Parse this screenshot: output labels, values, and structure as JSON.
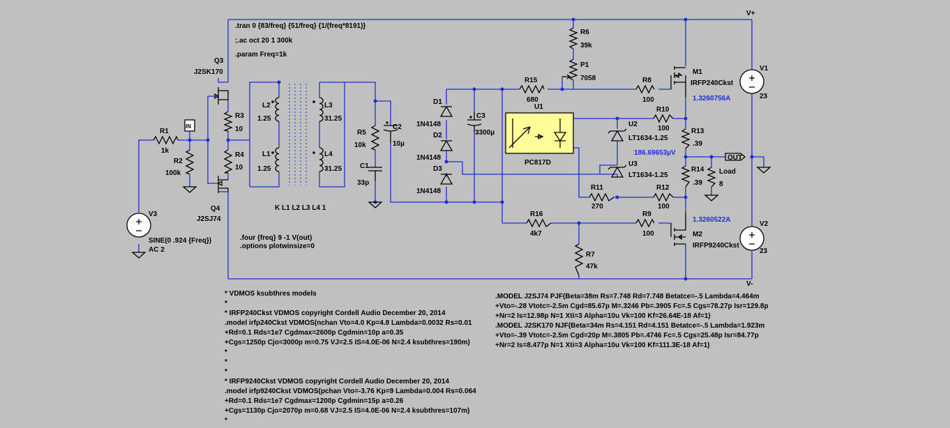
{
  "directives": {
    "tran": ".tran 0 {83/freq} {51/freq} {1/(freq*8191)}",
    "ac": ";.ac oct 20 1 300k",
    "param": ".param Freq=1k",
    "four": ".four {freq} 9 -1 V(out)",
    "options": ".options plotwinsize=0"
  },
  "nets": {
    "vplus": "V+",
    "vminus": "V-",
    "out": "OUT",
    "in": "IN"
  },
  "components": {
    "Q3": {
      "ref": "Q3",
      "model": "J2SK170"
    },
    "Q4": {
      "ref": "Q4",
      "model": "J2SJ74"
    },
    "R1": {
      "ref": "R1",
      "value": "1k"
    },
    "R2": {
      "ref": "R2",
      "value": "100k"
    },
    "R3": {
      "ref": "R3",
      "value": "10"
    },
    "R4": {
      "ref": "R4",
      "value": "10"
    },
    "V3": {
      "ref": "V3",
      "value": "SINE(0 .924 {Freq})",
      "ac": "AC 2"
    },
    "L1": {
      "ref": "L1",
      "value": "1.25"
    },
    "L2": {
      "ref": "L2",
      "value": "1.25"
    },
    "L3": {
      "ref": "L3",
      "value": "31.25"
    },
    "L4": {
      "ref": "L4",
      "value": "31.25"
    },
    "K": "K L1 L2 L3 L4 1",
    "R5": {
      "ref": "R5",
      "value": "10k"
    },
    "C1": {
      "ref": "C1",
      "value": "33p"
    },
    "C2": {
      "ref": "C2",
      "value": "10µ"
    },
    "D1": {
      "ref": "D1",
      "value": "1N4148"
    },
    "D2": {
      "ref": "D2",
      "value": "1N4148"
    },
    "D3": {
      "ref": "D3",
      "value": "1N4148"
    },
    "C3": {
      "ref": "C3",
      "value": "3300µ"
    },
    "U1": {
      "ref": "U1",
      "model": "PC817D"
    },
    "R15": {
      "ref": "R15",
      "value": "680"
    },
    "R6": {
      "ref": "R6",
      "value": "39k"
    },
    "P1": {
      "ref": "P1",
      "value": "7058"
    },
    "R8": {
      "ref": "R8",
      "value": "100"
    },
    "M1": {
      "ref": "M1",
      "model": "IRFP240Ckst"
    },
    "U2": {
      "ref": "U2",
      "model": "LT1634-1.25"
    },
    "U3": {
      "ref": "U3",
      "model": "LT1634-1.25"
    },
    "R10": {
      "ref": "R10",
      "value": "100"
    },
    "R11": {
      "ref": "R11",
      "value": "270"
    },
    "R12": {
      "ref": "R12",
      "value": "100"
    },
    "R13": {
      "ref": "R13",
      "value": ".39"
    },
    "R14": {
      "ref": "R14",
      "value": ".39"
    },
    "Load": {
      "ref": "Load",
      "value": "8"
    },
    "R16": {
      "ref": "R16",
      "value": "4k7"
    },
    "R7": {
      "ref": "R7",
      "value": "47k"
    },
    "R9": {
      "ref": "R9",
      "value": "100"
    },
    "M2": {
      "ref": "M2",
      "model": "IRFP9240Ckst"
    },
    "V1": {
      "ref": "V1",
      "value": "23"
    },
    "V2": {
      "ref": "V2",
      "value": "23"
    }
  },
  "probes": {
    "m1_current": "1.3260756A",
    "out_voltage": "186.69653µV",
    "m2_current": "1.3260522A"
  },
  "models_left": [
    "* VDMOS ksubthres models",
    "*",
    "* IRFP240Ckst VDMOS copyright Cordell Audio December 20, 2014",
    ".model irfp240Ckst VDMOS(nchan Vto=4.0 Kp=4.8 Lambda=0.0032 Rs=0.01",
    "+Rd=0.1 Rds=1e7 Cgdmax=2600p Cgdmin=10p a=0.35",
    "+Cgs=1250p Cjo=3000p m=0.75 VJ=2.5 IS=4.0E-06 N=2.4 ksubthres=190m)",
    "*",
    "*",
    "*",
    "* IRFP9240Ckst VDMOS copyright Cordell Audio December 20, 2014",
    ".model irfp9240Ckst VDMOS(pchan Vto=-3.76 Kp=9 Lambda=0.004 Rs=0.064",
    "+Rd=0.1 Rds=1e7 Cgdmax=1200p Cgdmin=15p a=0.26",
    "+Cgs=1130p Cjo=2070p m=0.68 VJ=2.5 IS=4.0E-06 N=2.4 ksubthres=107m)",
    "*"
  ],
  "models_right": [
    ".MODEL J2SJ74 PJF(Beta=38m Rs=7.748 Rd=7.748 Betatce=-.5 Lambda=4.464m",
    "+Vto=-.28 Vtotc=-2.5m Cgd=85.67p M=.3246 Pb=.3905 Fc=.5 Cgs=78.27p Isr=129.8p",
    "+Nr=2 Is=12.98p N=1 Xti=3 Alpha=10u Vk=100 Kf=26.64E-18 Af=1)",
    ".MODEL J2SK170 NJF(Beta=34m Rs=4.151 Rd=4.151 Betatce=-.5 Lambda=1.923m",
    "+Vto=-.39 Vtotc=-2.5m Cgd=20p M=.3805 Pb=.4746 Fc=.5 Cgs=25.48p Isr=84.77p",
    "+Nr=2 Is=8.477p N=1 Xti=3 Alpha=10u Vk=100 Kf=111.3E-18 Af=1)"
  ]
}
